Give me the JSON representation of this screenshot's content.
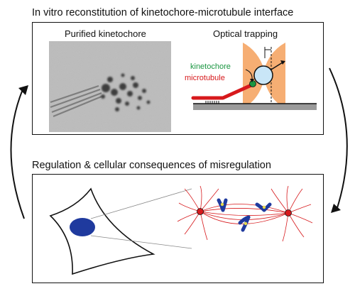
{
  "top_section": {
    "heading": "In vitro reconstitution of kinetochore-microtubule interface",
    "left_panel_label": "Purified kinetochore",
    "right_panel_label": "Optical trapping",
    "kinetochore_label": "kinetochore",
    "microtubule_label": "microtubule"
  },
  "bottom_section": {
    "heading": "Regulation & cellular consequences of misregulation"
  },
  "colors": {
    "kinetochore": "#1a9641",
    "microtubule": "#d7191c",
    "laser": "#f5a05a",
    "bead": "#c9e6f7",
    "nucleus": "#1f3a9e",
    "spindle": "#d7191c"
  }
}
